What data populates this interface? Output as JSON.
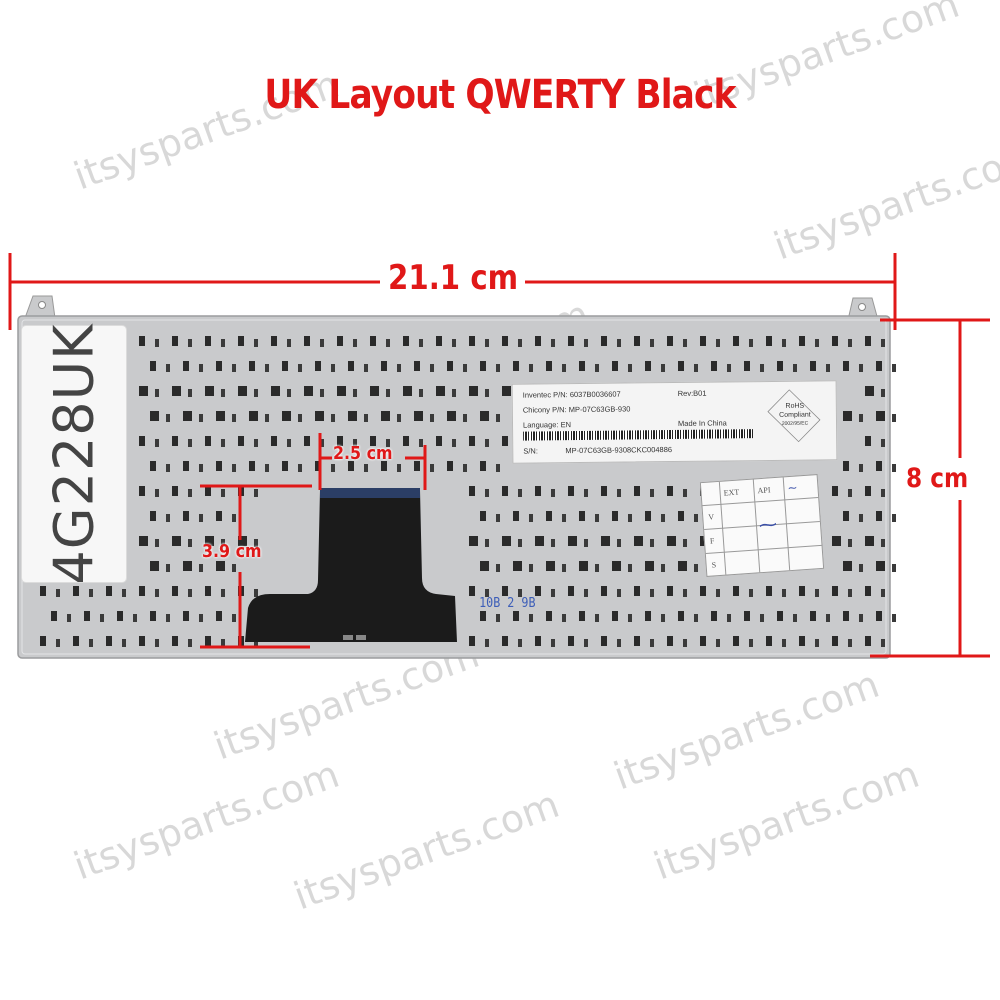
{
  "title": "UK Layout QWERTY Black",
  "dimensions": {
    "width": "21.1 cm",
    "height": "8 cm",
    "connector_width": "2.5 cm",
    "connector_height": "3.9 cm"
  },
  "watermark_text": "itsysparts.com",
  "sticker_text": "4G228UK",
  "product_label": {
    "inventec": "Inventec P/N: 6037B0036607",
    "rev": "Rev:B01",
    "chicony": "Chicony P/N: MP-07C63GB-930",
    "language": "Language: EN",
    "made_in": "Made In China",
    "sn_label": "S/N:",
    "serial": "MP-07C63GB-9308CKC004886",
    "rohs_1": "RoHS",
    "rohs_2": "Compliant",
    "rohs_3": "2002/95/EC"
  },
  "qc_card": {
    "c1": "EXT",
    "c2": "API",
    "r1": "V",
    "r2": "F",
    "r3": "S"
  },
  "stamp": "10B 2 9B",
  "colors": {
    "dimension_red": "#e01818",
    "board_gray": "#c8c9cb",
    "cable_black": "#1a1a1a",
    "watermark": "#d8d8d8"
  }
}
